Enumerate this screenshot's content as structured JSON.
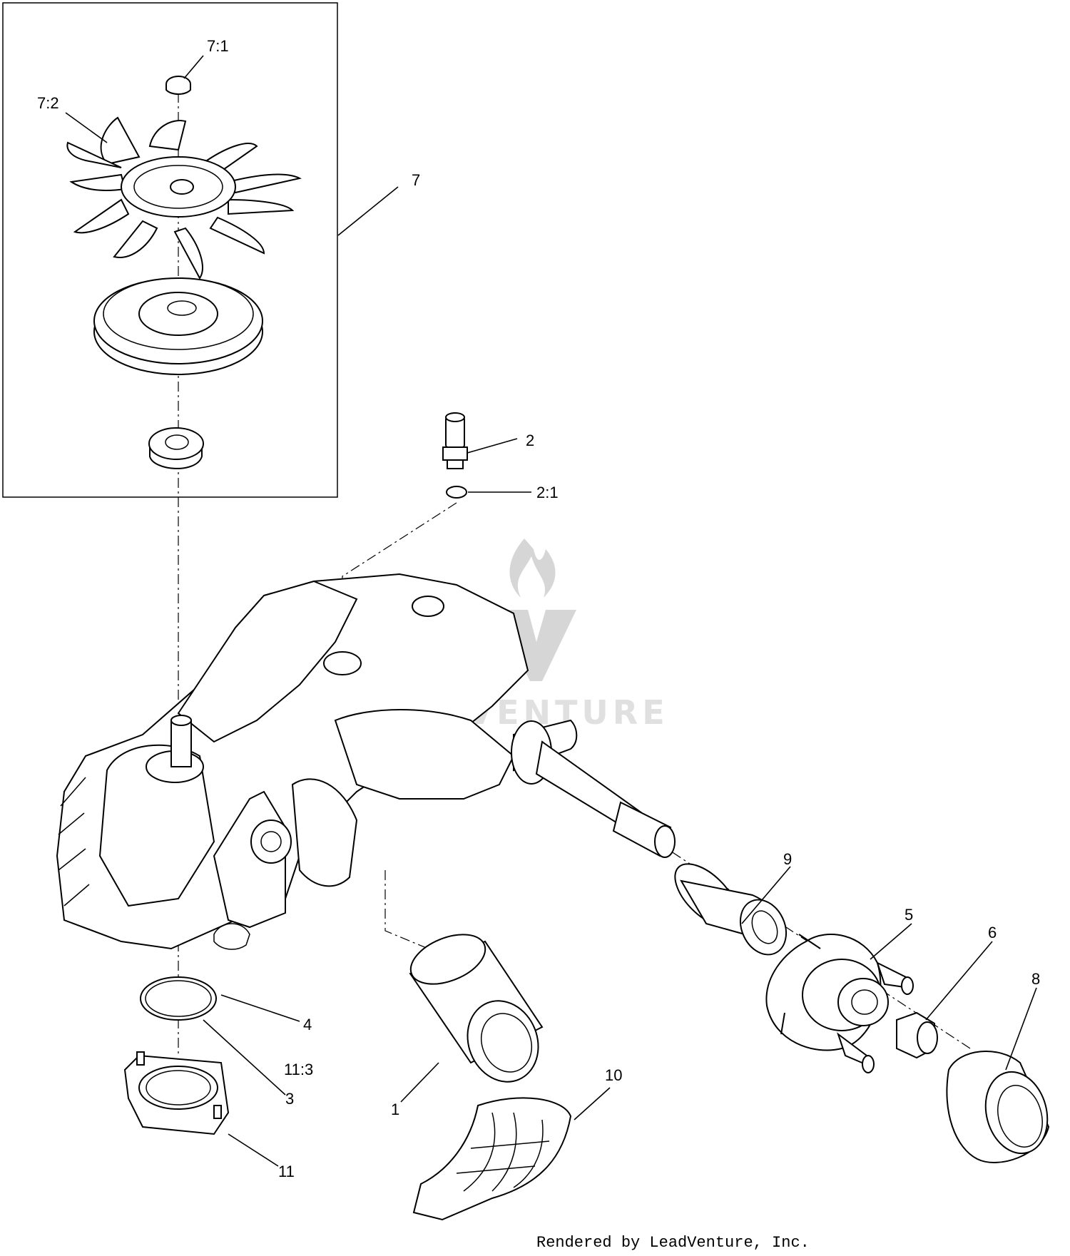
{
  "diagram": {
    "callouts": [
      {
        "id": "c-7-1",
        "label": "7:1"
      },
      {
        "id": "c-7-2",
        "label": "7:2"
      },
      {
        "id": "c-7",
        "label": "7"
      },
      {
        "id": "c-2",
        "label": "2"
      },
      {
        "id": "c-2-1",
        "label": "2:1"
      },
      {
        "id": "c-9",
        "label": "9"
      },
      {
        "id": "c-5",
        "label": "5"
      },
      {
        "id": "c-6",
        "label": "6"
      },
      {
        "id": "c-8",
        "label": "8"
      },
      {
        "id": "c-4",
        "label": "4"
      },
      {
        "id": "c-11-3",
        "label": "11:3"
      },
      {
        "id": "c-3",
        "label": "3"
      },
      {
        "id": "c-1",
        "label": "1"
      },
      {
        "id": "c-10",
        "label": "10"
      },
      {
        "id": "c-11",
        "label": "11"
      }
    ],
    "watermark": {
      "text": "LEADVENTURE"
    },
    "footer": {
      "text": "Rendered by LeadVenture, Inc."
    }
  }
}
